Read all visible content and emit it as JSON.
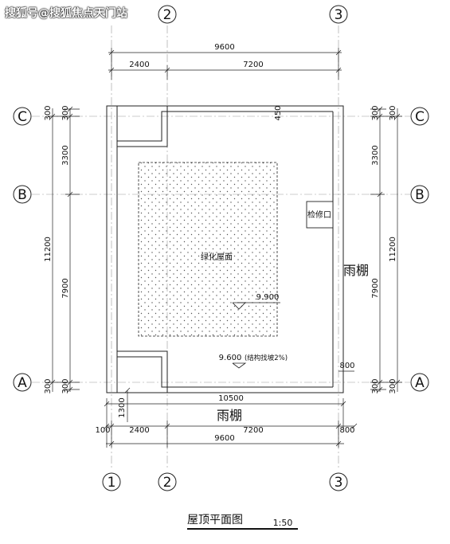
{
  "watermark": "搜狐号@搜狐焦点天门站",
  "drawing": {
    "title": "屋顶平面图",
    "scale": "1:50",
    "colors": {
      "line": "#222222",
      "hatch": "#555555",
      "axis_line": "#999999",
      "background": "#ffffff"
    }
  },
  "axes": {
    "vertical": [
      "1",
      "2",
      "3"
    ],
    "horizontal": [
      "C",
      "B",
      "A"
    ]
  },
  "dimensions": {
    "top_total": "9600",
    "top_left": "2400",
    "top_right": "7200",
    "bottom_overall": "10500",
    "bottom_left_small": "100",
    "bottom_left": "2400",
    "bottom_mid": "7200",
    "bottom_right": "800",
    "bottom_total": "9600",
    "overhang_1300": "1300",
    "left_300_top_a": "300",
    "left_300_top_b": "300",
    "left_3300": "3300",
    "left_11200": "11200",
    "left_7900": "7900",
    "left_300_bot_a": "300",
    "left_300_bot_b": "300",
    "right_300_top_a": "300",
    "right_300_top_b": "300",
    "right_3300": "3300",
    "right_11200": "11200",
    "right_7900": "7900",
    "right_300_bot_a": "300",
    "right_300_bot_b": "300",
    "inner_450": "450",
    "canopy_800": "800"
  },
  "labels": {
    "green_roof": "绿化屋面",
    "access_hatch": "检修口",
    "canopy_right": "雨棚",
    "canopy_bottom": "雨棚",
    "elev_green": "9.900",
    "elev_roof": "9.600",
    "slope_note": "(结构找坡2%)"
  }
}
